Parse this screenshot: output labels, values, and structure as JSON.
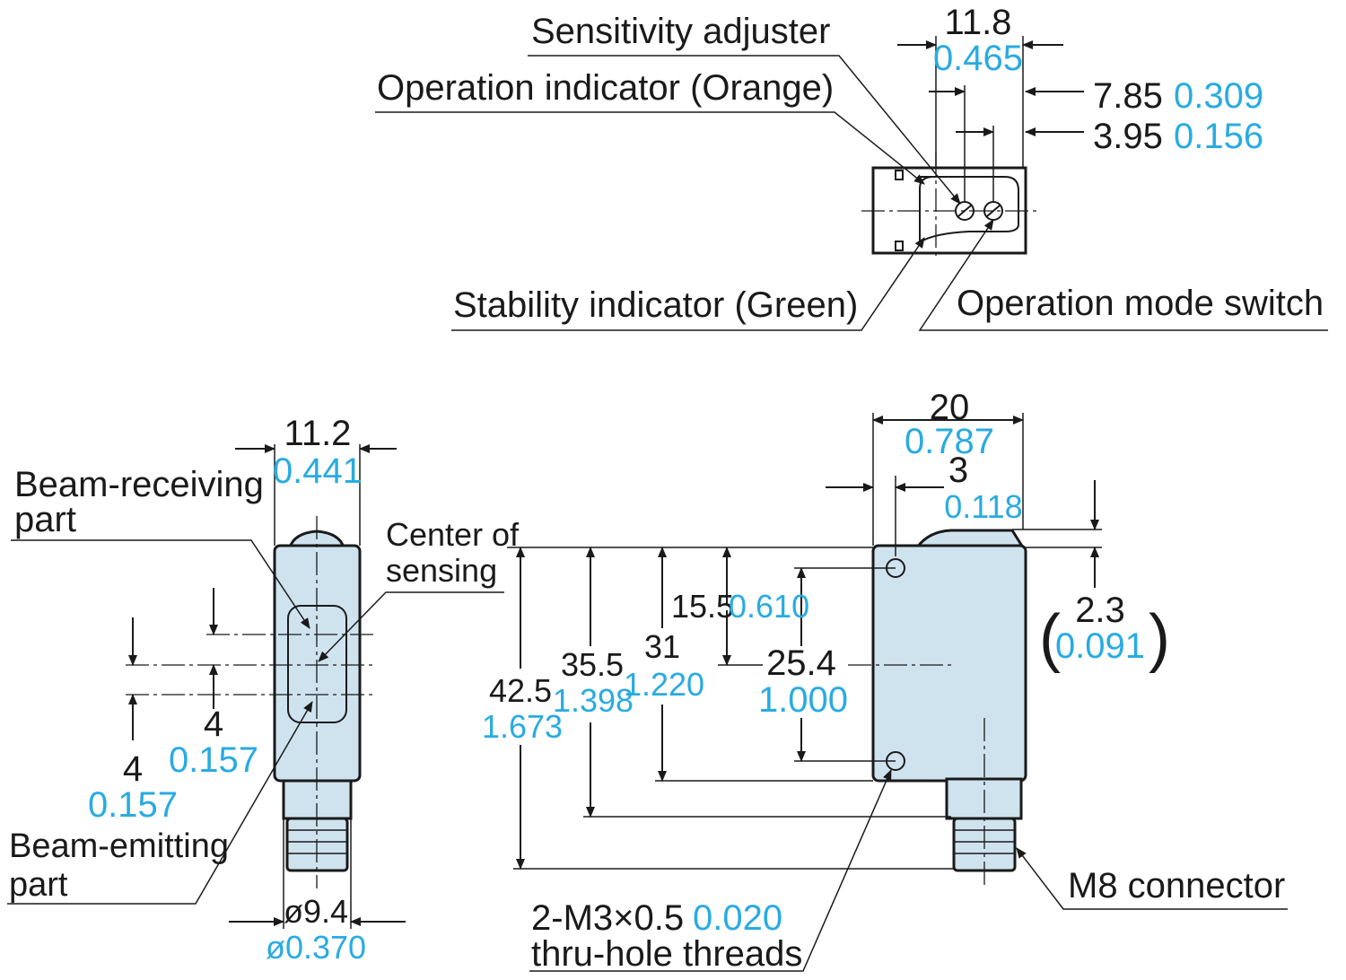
{
  "colors": {
    "metric": "#1a1a1a",
    "imperial": "#29abe2",
    "body_fill": "#cfe3ef"
  },
  "labels": {
    "sensitivity_adjuster": "Sensitivity adjuster",
    "operation_indicator": "Operation indicator (Orange)",
    "stability_indicator": "Stability indicator (Green)",
    "operation_mode_switch": "Operation mode switch",
    "beam_receiving_1": "Beam-receiving",
    "beam_receiving_2": "part",
    "center_of_sensing_1": "Center of",
    "center_of_sensing_2": "sensing",
    "beam_emitting_1": "Beam-emitting",
    "beam_emitting_2": "part",
    "m8_connector": "M8 connector",
    "thread_1_mm": "2-M3×0.5",
    "thread_1_in": "0.020",
    "thread_2": "thru-hole threads"
  },
  "dims": {
    "top_width": {
      "mm": "11.8",
      "in": "0.465"
    },
    "top_785": {
      "mm": "7.85",
      "in": "0.309"
    },
    "top_395": {
      "mm": "3.95",
      "in": "0.156"
    },
    "front_width": {
      "mm": "11.2",
      "in": "0.441"
    },
    "front_4a": {
      "mm": "4",
      "in": "0.157"
    },
    "front_4b": {
      "mm": "4",
      "in": "0.157"
    },
    "connector_dia": {
      "mm": "ø9.4",
      "in": "ø0.370"
    },
    "side_width": {
      "mm": "20",
      "in": "0.787"
    },
    "side_3": {
      "mm": "3",
      "in": "0.118"
    },
    "side_23": {
      "mm": "2.3",
      "in": "0.091",
      "paren_open": "(",
      "paren_close": ")"
    },
    "side_155": {
      "mm": "15.5",
      "in": "0.610"
    },
    "side_254": {
      "mm": "25.4",
      "in": "1.000"
    },
    "side_31": {
      "mm": "31",
      "in": "1.220"
    },
    "side_355": {
      "mm": "35.5",
      "in": "1.398"
    },
    "side_425": {
      "mm": "42.5",
      "in": "1.673"
    }
  }
}
